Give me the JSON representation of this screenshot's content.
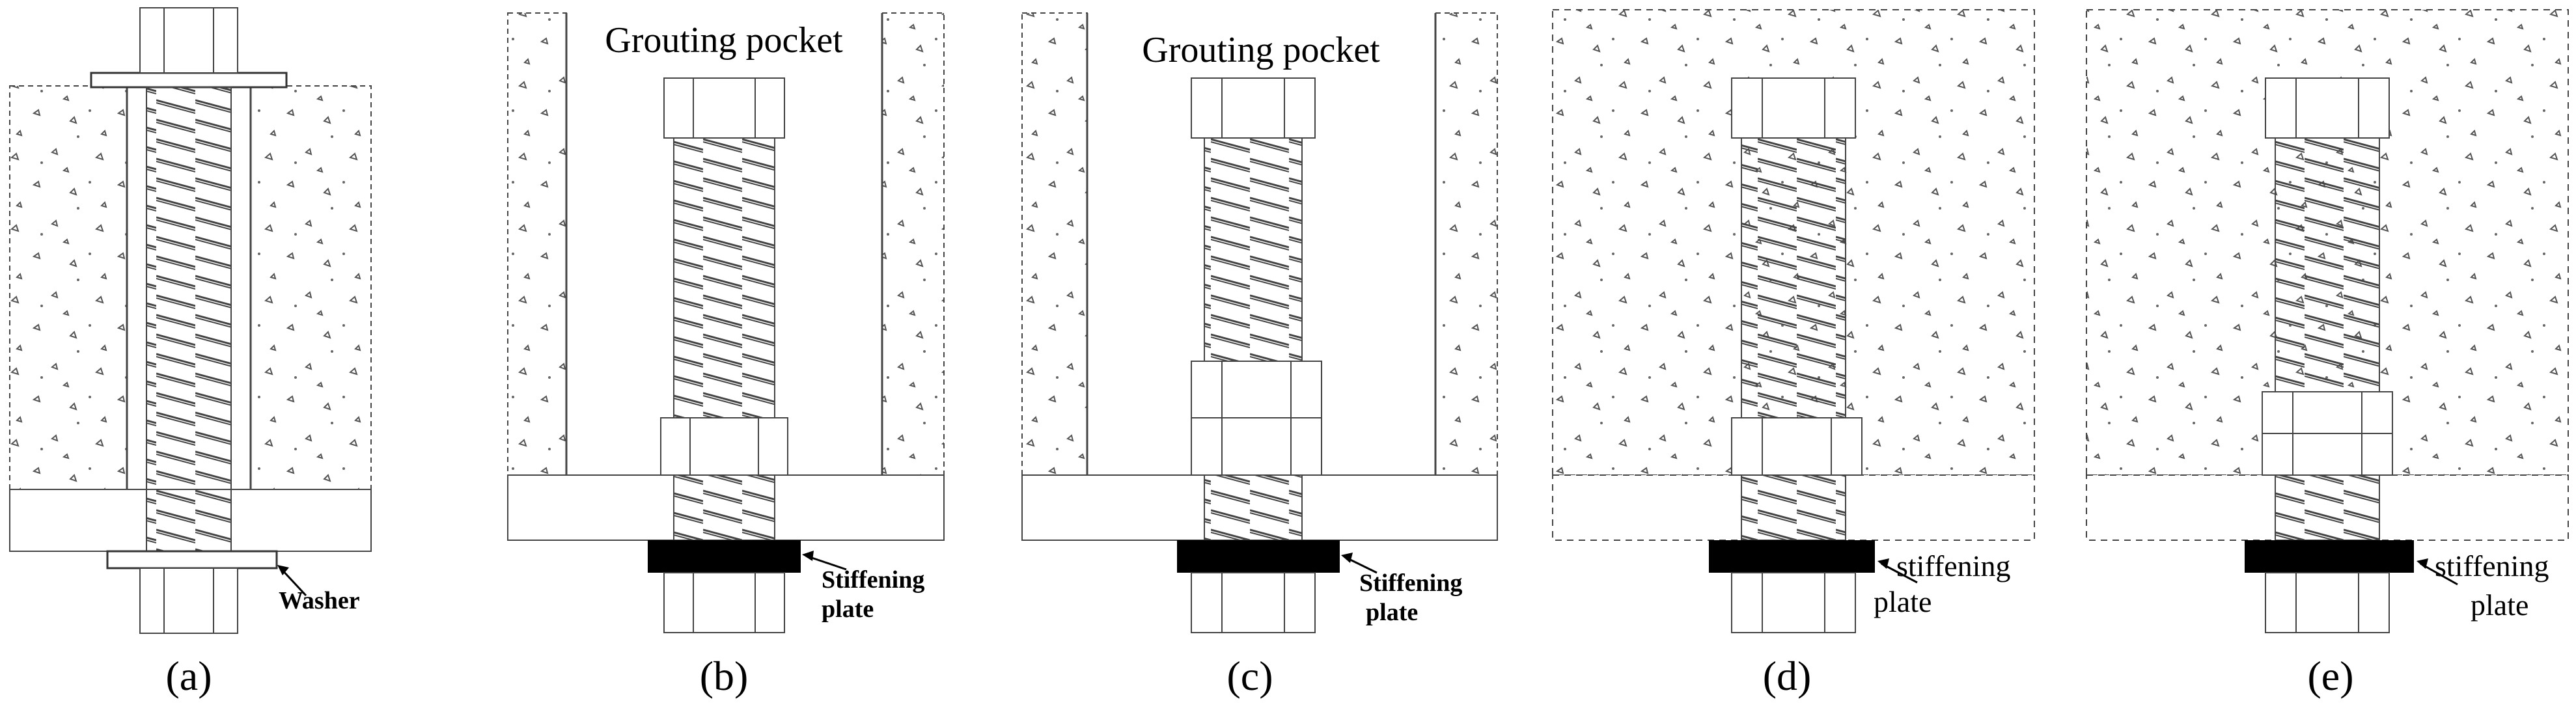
{
  "panels": [
    {
      "id": "a",
      "caption": "(a)",
      "labels": [
        "Washer"
      ]
    },
    {
      "id": "b",
      "caption": "(b)",
      "title": "Grouting pocket",
      "labels": [
        "Stiffening",
        "plate"
      ]
    },
    {
      "id": "c",
      "caption": "(c)",
      "title": "Grouting pocket",
      "labels": [
        "Stiffening",
        "plate"
      ]
    },
    {
      "id": "d",
      "caption": "(d)",
      "labels": [
        "stiffening",
        "plate"
      ]
    },
    {
      "id": "e",
      "caption": "(e)",
      "labels": [
        "stiffening",
        "plate"
      ]
    }
  ]
}
